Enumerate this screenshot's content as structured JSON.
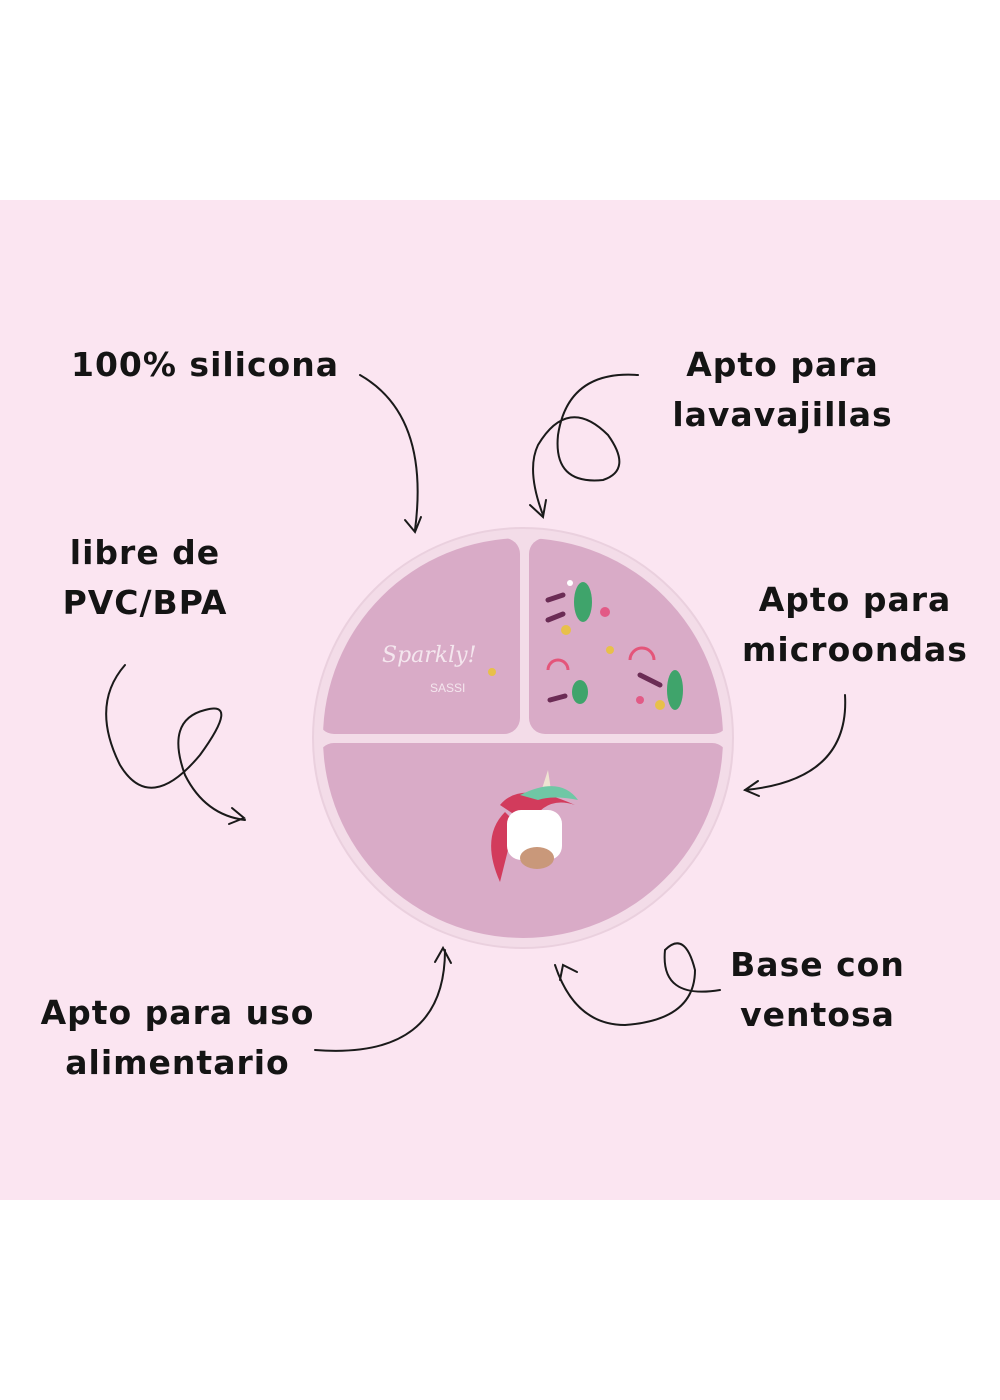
{
  "features": {
    "silicone": {
      "lines": [
        "100% silicona"
      ]
    },
    "dishwasher": {
      "lines": [
        "Apto para",
        "lavavajillas"
      ]
    },
    "pvc_bpa": {
      "lines": [
        "libre de",
        "PVC/BPA"
      ]
    },
    "microwave": {
      "lines": [
        "Apto para",
        "microondas"
      ]
    },
    "food_use": {
      "lines": [
        "Apto para uso",
        "alimentario"
      ]
    },
    "suction": {
      "lines": [
        "Base con",
        "ventosa"
      ]
    }
  },
  "product": {
    "logo_script": "Sparkly!",
    "logo_brand": "SASSI"
  },
  "colors": {
    "background": "#fbe5f1",
    "plate_rim": "#f3dce8",
    "plate_compartment": "#d9abc7",
    "text": "#141414"
  }
}
